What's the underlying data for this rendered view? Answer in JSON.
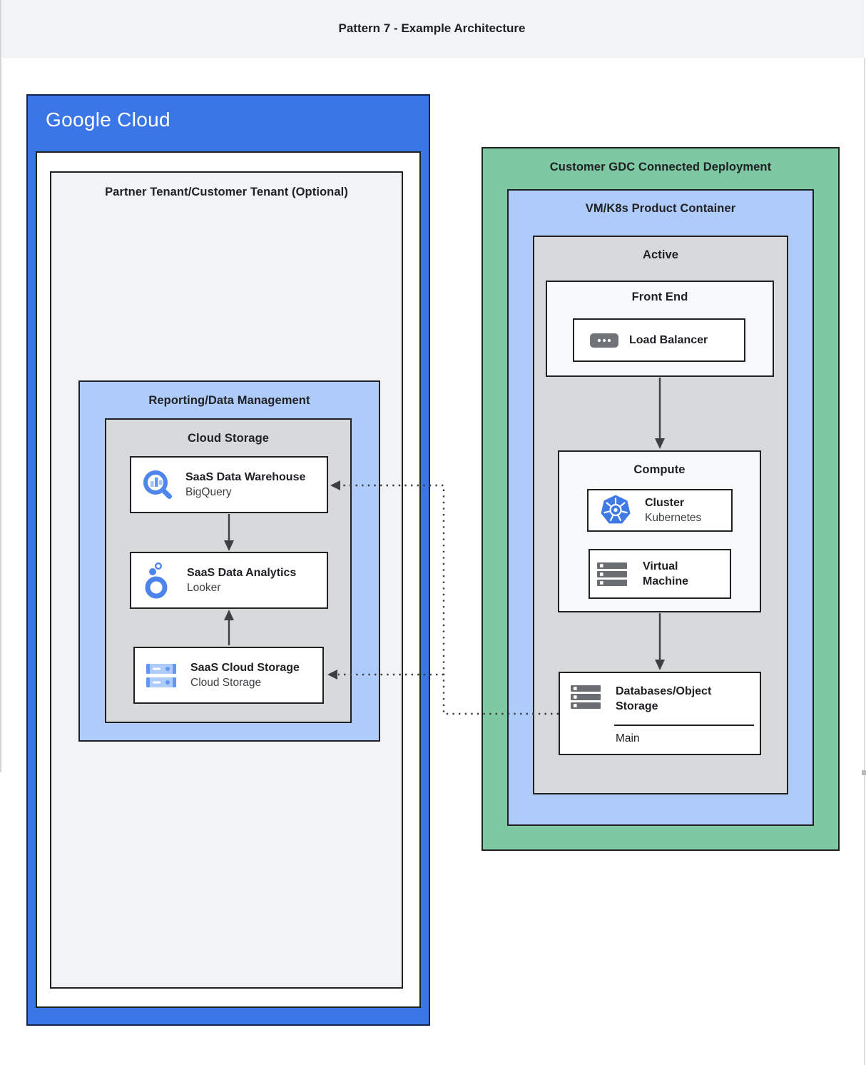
{
  "header": {
    "title": "Pattern 7 - Example Architecture"
  },
  "google_cloud": {
    "logo": "Google Cloud",
    "partner_tenant_title": "Partner Tenant/Customer Tenant (Optional)",
    "reporting_title": "Reporting/Data Management",
    "cloud_storage_title": "Cloud Storage",
    "warehouse": {
      "title": "SaaS Data Warehouse",
      "subtitle": "BigQuery"
    },
    "analytics": {
      "title": "SaaS Data Analytics",
      "subtitle": "Looker"
    },
    "storage": {
      "title": "SaaS Cloud Storage",
      "subtitle": "Cloud Storage"
    }
  },
  "gdc": {
    "title": "Customer GDC Connected Deployment",
    "vmk8s_title": "VM/K8s Product Container",
    "active_title": "Active",
    "front_end": {
      "title": "Front End",
      "load_balancer": "Load Balancer"
    },
    "compute": {
      "title": "Compute",
      "cluster": {
        "title": "Cluster",
        "subtitle": "Kubernetes"
      },
      "vm": {
        "title": "Virtual Machine"
      }
    },
    "databases": {
      "title": "Databases/Object Storage",
      "footer": "Main"
    }
  },
  "icons": {
    "bigquery-icon": "magnifier with bar chart",
    "looker-icon": "ring with pin",
    "cloud-storage-icon": "two blue server rows",
    "load-balancer-icon": "gray pill with three dots",
    "kubernetes-icon": "blue heptagon helm wheel",
    "server-icon": "three gray server bars"
  },
  "colors": {
    "google_blue": "#3B76E7",
    "light_blue": "#AECBFA",
    "green": "#7FC8A4",
    "gray_panel": "#D8D9DB",
    "light_panel": "#F1F3F4",
    "near_white_panel": "#F8F9FA",
    "border": "#212121",
    "icon_blue": "#5086EC",
    "icon_gray": "#6A6E72",
    "connector": "#3C4043"
  }
}
